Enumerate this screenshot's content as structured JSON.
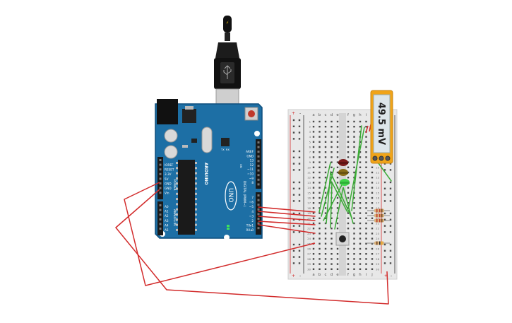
{
  "arduino": {
    "brand": "ARDUINO",
    "model": "UNO",
    "reset_label": "RESET",
    "icsp_label": "ICSP",
    "pins_left": [
      "IOREF",
      "RESET",
      "3.3V",
      "5V",
      "GND",
      "GND",
      "Vin"
    ],
    "power_label": "POWER",
    "analog_pins": [
      "A0",
      "A1",
      "A2",
      "A3",
      "A4",
      "A5"
    ],
    "analog_label": "ANALOG IN",
    "pins_top": [
      "AREF",
      "GND",
      "13",
      "12",
      "~11",
      "~10",
      "~9",
      "8"
    ],
    "pins_bottom": [
      "7",
      "~6",
      "~5",
      "4",
      "~3",
      "2",
      "TX▸1",
      "RX◂0"
    ],
    "digital_label": "DIGITAL (PWM~)",
    "led_labels": [
      "TX",
      "RX",
      "L"
    ],
    "on_label": "ON"
  },
  "breadboard": {
    "columns_left": [
      "a",
      "b",
      "c",
      "d",
      "e"
    ],
    "columns_right": [
      "f",
      "g",
      "h",
      "i",
      "j"
    ],
    "rows": 30,
    "rail_plus": "+",
    "rail_minus": "-"
  },
  "voltmeter": {
    "reading": "49.5 mV"
  },
  "colors": {
    "board": "#1d6fa5",
    "board_edge": "#0f4f7d",
    "wire_red": "#d22b2b",
    "wire_green": "#3aaa35",
    "led_red": "#7a1c1c",
    "led_yellow": "#8a6d1a",
    "led_green": "#41d64a",
    "meter_frame": "#f0a419",
    "meter_screen": "#dde6ea"
  }
}
